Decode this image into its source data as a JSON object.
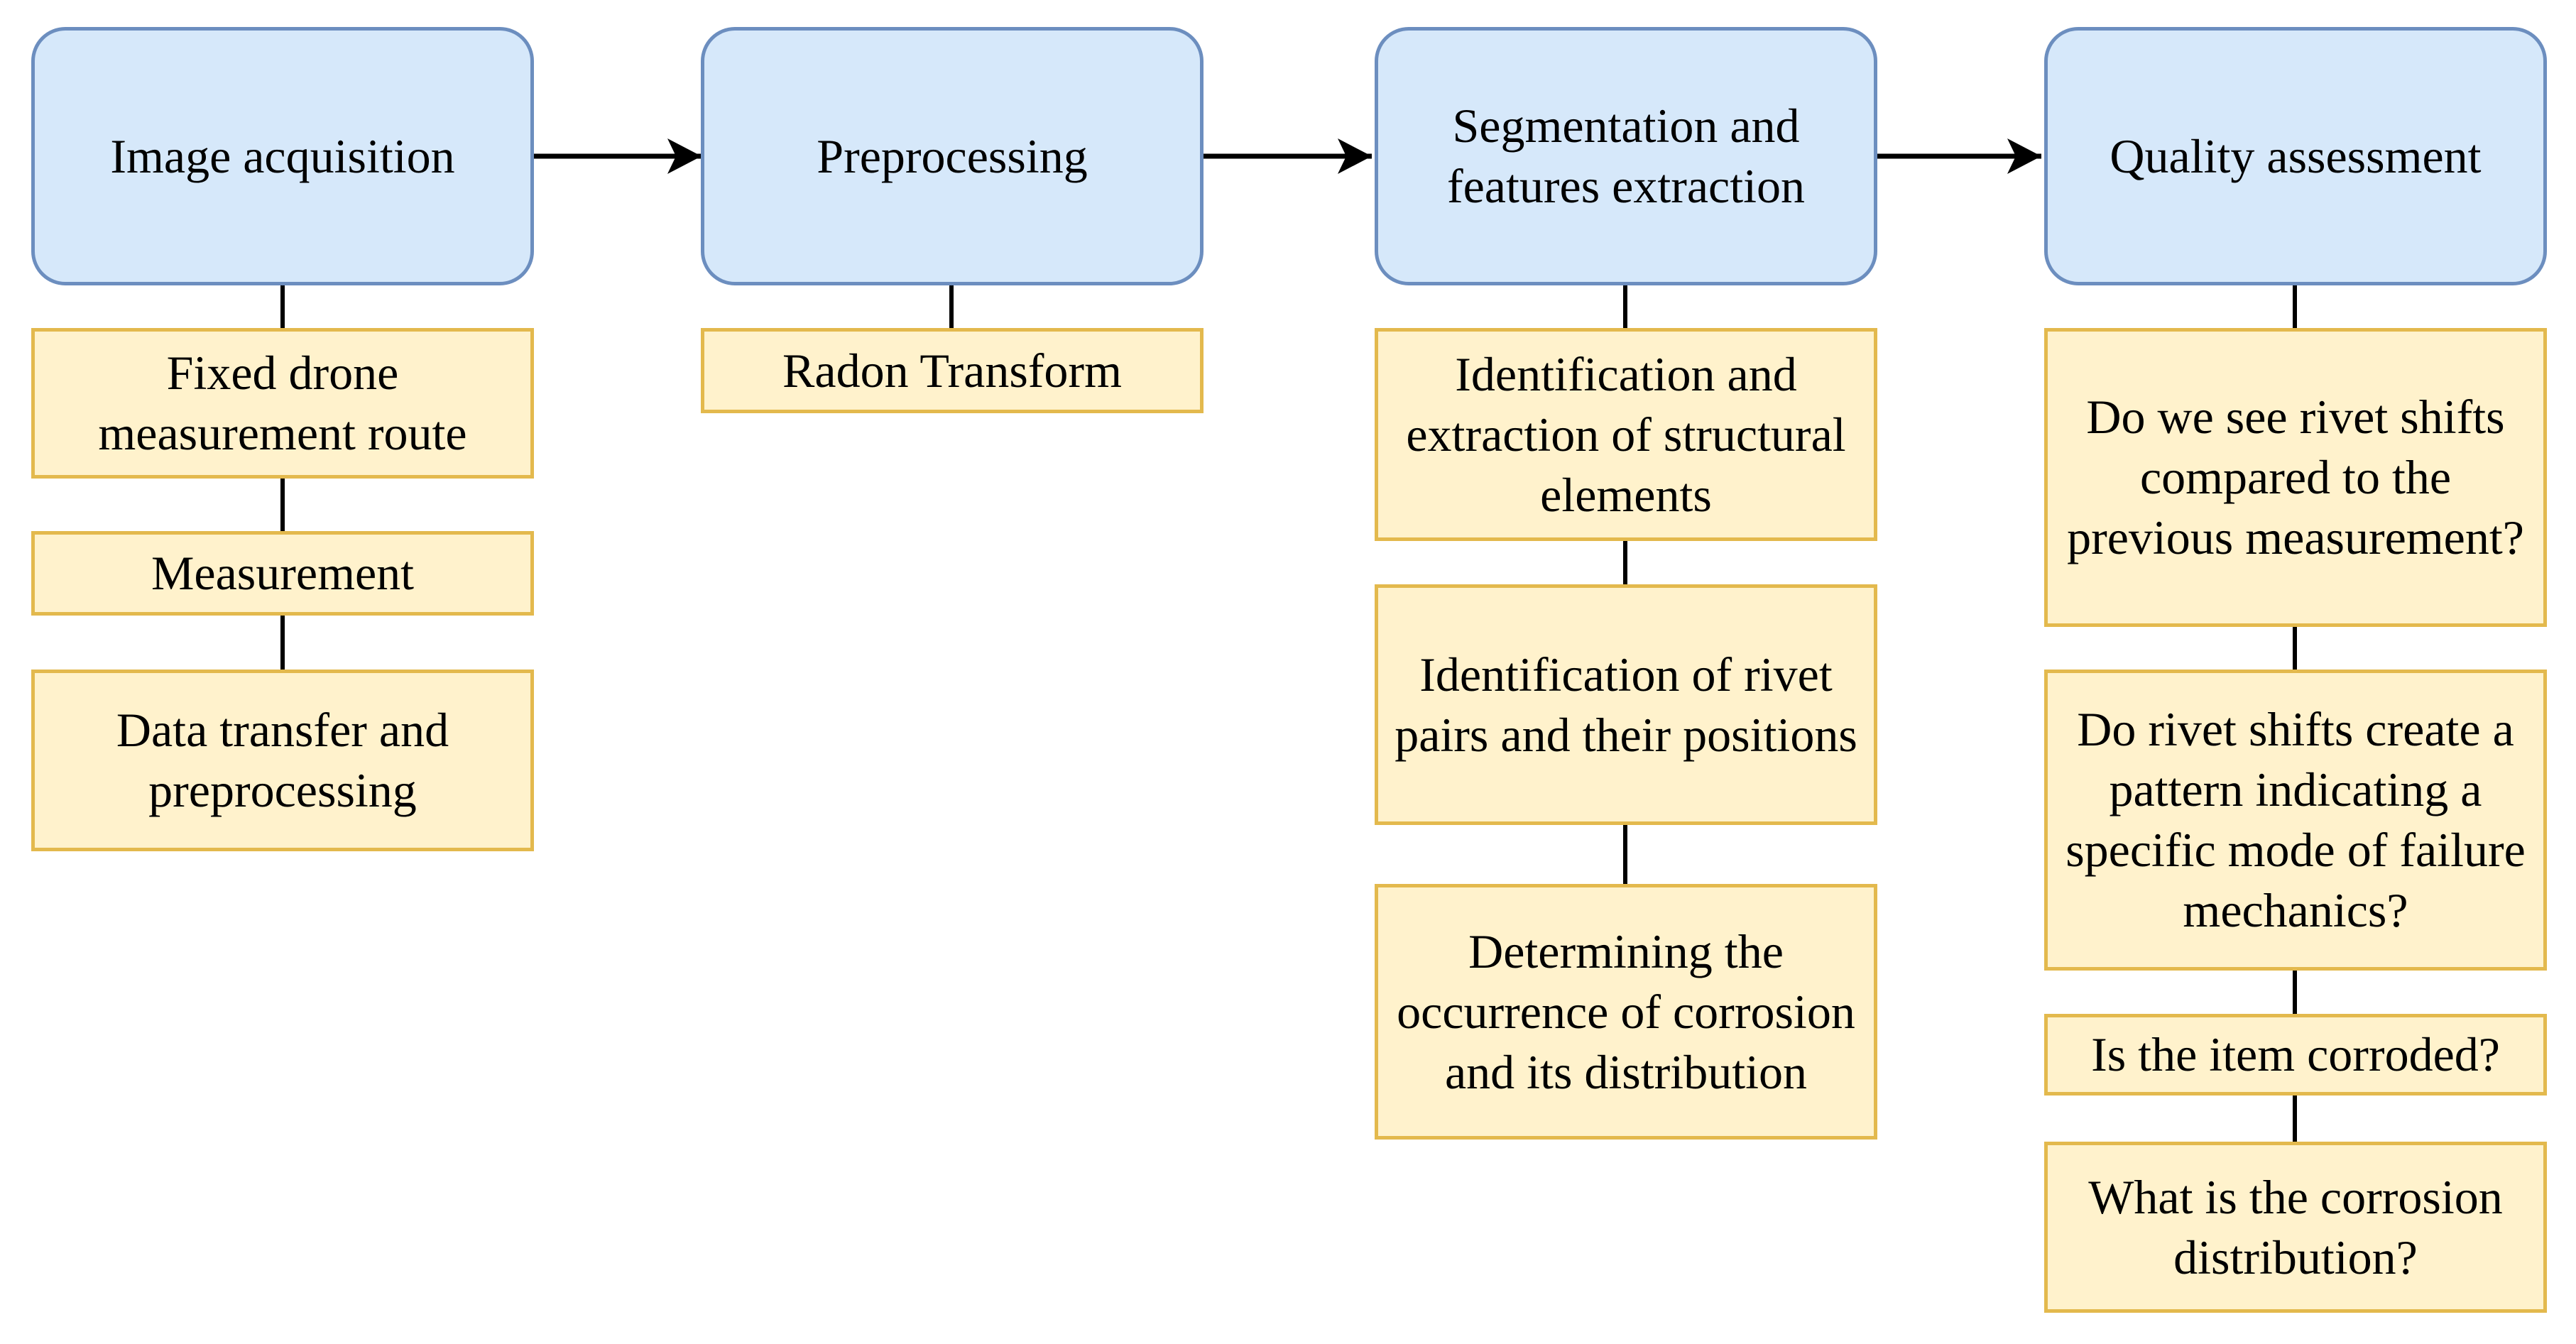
{
  "stages": [
    {
      "title": "Image acquisition",
      "steps": [
        "Fixed drone\nmeasurement route",
        "Measurement",
        "Data transfer and\npreprocessing"
      ]
    },
    {
      "title": "Preprocessing",
      "steps": [
        "Radon Transform"
      ]
    },
    {
      "title": "Segmentation and\nfeatures extraction",
      "steps": [
        "Identification and\nextraction of structural\nelements",
        "Identification of rivet\npairs and their positions",
        "Determining the\noccurrence of corrosion\nand its distribution"
      ]
    },
    {
      "title": "Quality assessment",
      "steps": [
        "Do we see rivet shifts\ncompared to the\nprevious measurement?",
        "Do rivet shifts create a\npattern indicating a\nspecific mode of failure\nmechanics?",
        "Is the item corroded?",
        "What is the corrosion\ndistribution?"
      ]
    }
  ],
  "colors": {
    "stage_fill": "#d6e8fa",
    "stage_border": "#6c8ebf",
    "step_fill": "#fff2cc",
    "step_border": "#e3b94d",
    "connector": "#000000"
  }
}
